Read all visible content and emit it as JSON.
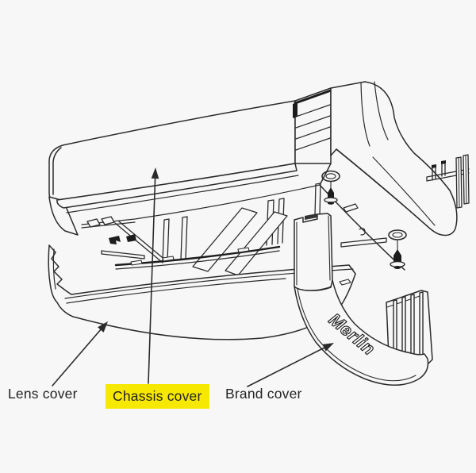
{
  "colors": {
    "background": "#f7f7f7",
    "line": "#2b2b2b",
    "highlight": "#f6e800",
    "label_text": "#232323"
  },
  "diagram": {
    "brand_text": "Merlin",
    "highlighted_part": "Chassis cover"
  },
  "labels": {
    "lens": {
      "text": "Lens cover",
      "highlighted": false
    },
    "chassis": {
      "text": "Chassis cover",
      "highlighted": true
    },
    "brand": {
      "text": "Brand cover",
      "highlighted": false
    }
  }
}
